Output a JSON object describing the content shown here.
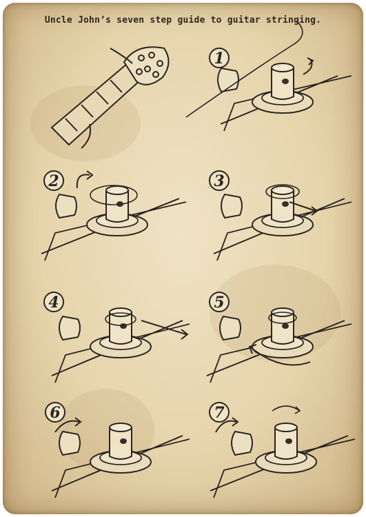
{
  "title": "Uncle John’s seven step guide to guitar stringing.",
  "steps": [
    {
      "label": "1"
    },
    {
      "label": "2"
    },
    {
      "label": "3"
    },
    {
      "label": "4"
    },
    {
      "label": "5"
    },
    {
      "label": "6"
    },
    {
      "label": "7"
    }
  ],
  "colors": {
    "paper": "#e6d4ac",
    "ink": "#2b241e"
  }
}
